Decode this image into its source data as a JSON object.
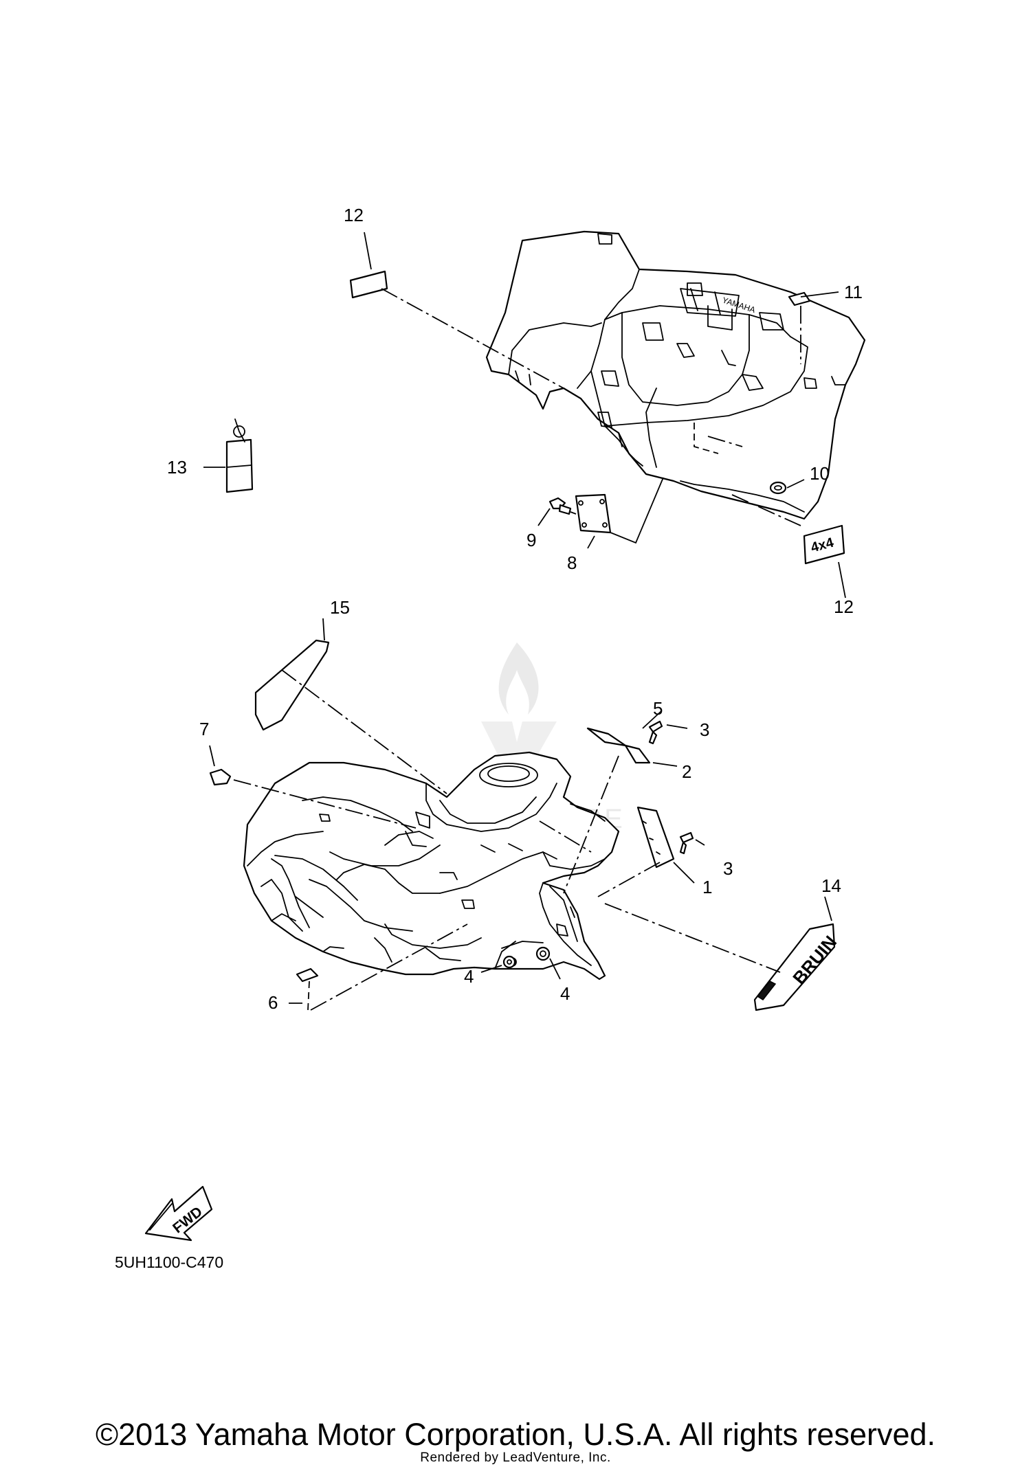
{
  "diagram": {
    "code": "5UH1100-C470",
    "fwd_label": "FWD",
    "copyright": "©2013 Yamaha Motor Corporation, U.S.A. All rights reserved.",
    "rendered_by": "Rendered by LeadVenture, Inc.",
    "watermark": "LEADVENTURE",
    "rear_fender_brand": "YAMAHA",
    "emblem_4x4": "4x4",
    "brand_decal": "BRUIN"
  },
  "callouts": {
    "c1": "1",
    "c2": "2",
    "c3a": "3",
    "c3b": "3",
    "c4a": "4",
    "c4b": "4",
    "c5": "5",
    "c6": "6",
    "c7": "7",
    "c8": "8",
    "c9": "9",
    "c10": "10",
    "c11": "11",
    "c12a": "12",
    "c12b": "12",
    "c13": "13",
    "c14": "14",
    "c15": "15"
  }
}
